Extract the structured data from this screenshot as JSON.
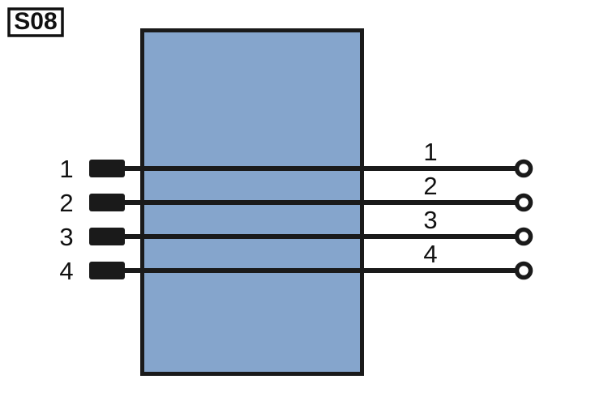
{
  "diagram": {
    "tag": {
      "label": "S08"
    },
    "device": {
      "name": "device-body",
      "fill_color": "#85a5cc",
      "stroke_color": "#1a1a1a"
    },
    "left_terminals": [
      {
        "label": "1",
        "type": "filled-block"
      },
      {
        "label": "2",
        "type": "filled-block"
      },
      {
        "label": "3",
        "type": "filled-block"
      },
      {
        "label": "4",
        "type": "filled-block"
      }
    ],
    "right_terminals": [
      {
        "label": "1",
        "type": "open-circle"
      },
      {
        "label": "2",
        "type": "open-circle"
      },
      {
        "label": "3",
        "type": "open-circle"
      },
      {
        "label": "4",
        "type": "open-circle"
      }
    ],
    "wires": [
      {
        "name": "wire-1"
      },
      {
        "name": "wire-2"
      },
      {
        "name": "wire-3"
      },
      {
        "name": "wire-4"
      }
    ]
  }
}
